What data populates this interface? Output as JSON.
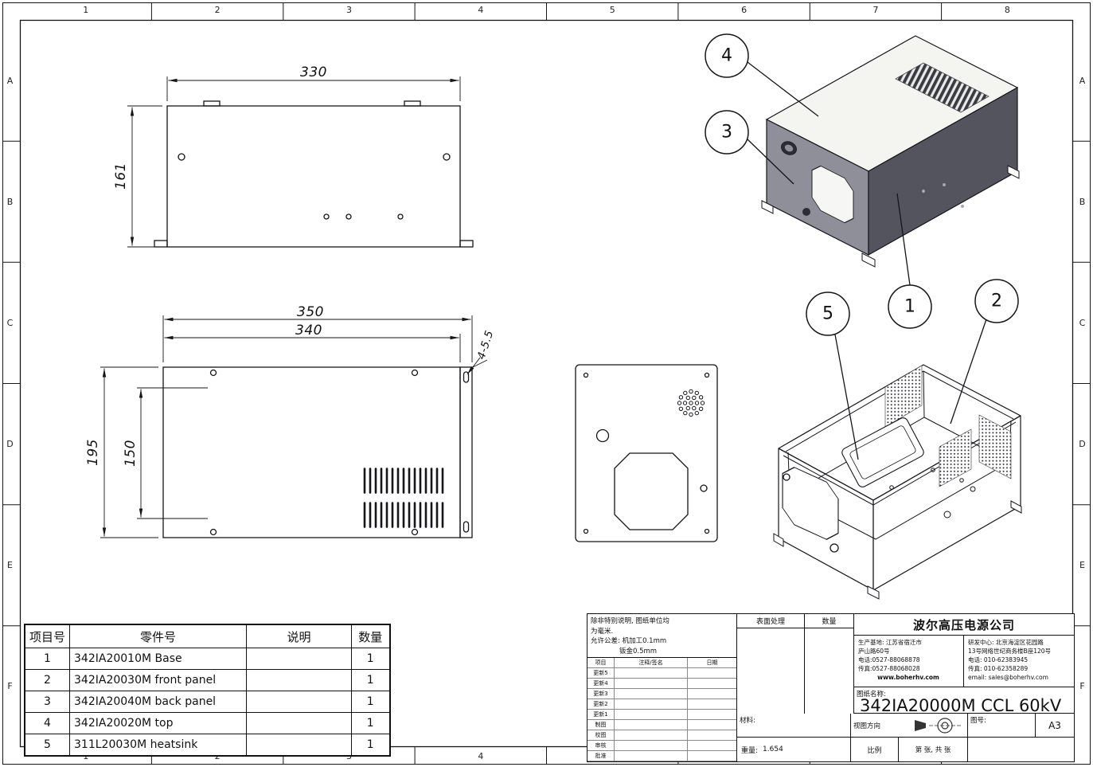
{
  "sheet": {
    "zones_cols": [
      "1",
      "2",
      "3",
      "4",
      "5",
      "6",
      "7",
      "8"
    ],
    "zones_rows": [
      "A",
      "B",
      "C",
      "D",
      "E",
      "F"
    ]
  },
  "dimensions": {
    "top_view": {
      "width": "330",
      "height": "161"
    },
    "front_view": {
      "outer_width": "350",
      "inner_width": "340",
      "height": "195",
      "inner_height": "150",
      "slot": "4-5.5"
    }
  },
  "balloons": [
    {
      "label": "1"
    },
    {
      "label": "2"
    },
    {
      "label": "3"
    },
    {
      "label": "4"
    },
    {
      "label": "5"
    }
  ],
  "bom": {
    "headers": [
      "项目号",
      "零件号",
      "说明",
      "数量"
    ],
    "rows": [
      {
        "item": "1",
        "part": "342IA20010M Base",
        "desc": "",
        "qty": "1"
      },
      {
        "item": "2",
        "part": "342IA20030M front panel",
        "desc": "",
        "qty": "1"
      },
      {
        "item": "3",
        "part": "342IA20040M back panel",
        "desc": "",
        "qty": "1"
      },
      {
        "item": "4",
        "part": "342IA20020M top",
        "desc": "",
        "qty": "1"
      },
      {
        "item": "5",
        "part": "311L20030M heatsink",
        "desc": "",
        "qty": "1"
      }
    ]
  },
  "title_block": {
    "note_line1": "除非特别说明, 图纸单位均",
    "note_line2": "为毫米.",
    "note_line3": "允许公差: 机加工0.1mm",
    "note_line4": "钣金0.5mm",
    "surface_label": "表面处理",
    "qty_label": "数量",
    "company": "波尔高压电源公司",
    "factory": [
      "生产基地: 江苏省宿迁市",
      "庐山路60号",
      "电话:0527-88068878",
      "传真:0527-88068028",
      "www.boherhv.com"
    ],
    "rnd": [
      "研发中心: 北京海淀区花园路",
      "13号网络世纪商务楼B座120号",
      "电话: 010-62383945",
      "传真: 010-62358289",
      "email: sales@boherhv.com"
    ],
    "drawing_name_label": "图纸名称:",
    "drawing_name": "342IA20000M CCL 60kV",
    "material_label": "材料:",
    "weight_label": "重量:",
    "weight_value": "1.654",
    "view_dir_label": "视图方向",
    "drawing_no_label": "图号:",
    "paper_size": "A3",
    "scale_label": "比例",
    "sheet_label": "第  张, 共  张",
    "revision": {
      "headers": [
        "项目",
        "注释/签名",
        "日期"
      ],
      "rows": [
        "更新5",
        "更新4",
        "更新3",
        "更新2",
        "更新1",
        "制图",
        "校图",
        "审核",
        "批准"
      ]
    }
  }
}
